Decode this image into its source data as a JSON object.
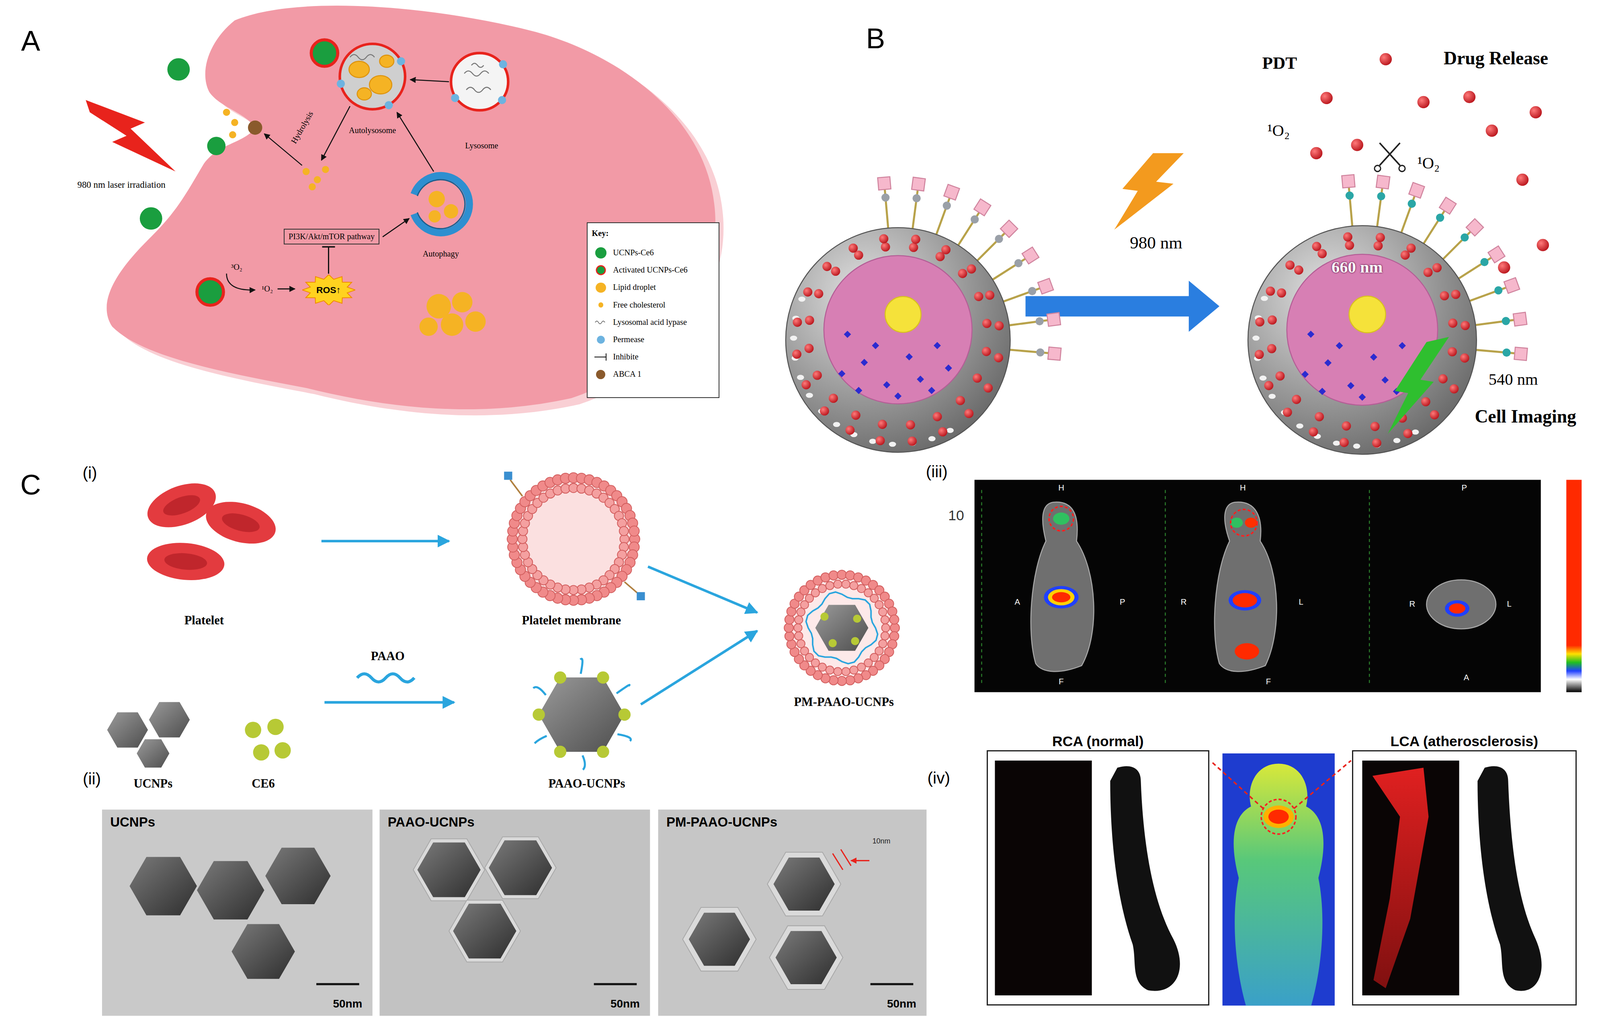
{
  "diagram": {
    "nodes": [
      {
        "text": [
          "PI3K/Akt/mTOR pathway"
        ]
      },
      {
        "text": [
          "ROS↑"
        ]
      },
      {
        "text": [
          "UCNPs",
          "50nm"
        ]
      },
      {
        "text": [
          "PAAO-UCNPs",
          "50nm"
        ]
      },
      {
        "text": [
          "PM-PAAO-UCNPs",
          "10nm",
          "50nm"
        ]
      },
      {
        "text": [
          "RCA (normal)"
        ]
      },
      {
        "text": [
          "LCA (atherosclerosis)"
        ]
      }
    ],
    "edges": [
      {
        "from": 1,
        "to": 0,
        "arrow": "to"
      }
    ],
    "labels": [
      "A",
      "980 nm laser irradiation",
      "Hydrolysis",
      "Autolysosome",
      "Lysosome",
      "Autophagy",
      "³O₂",
      "¹O₂",
      "Key:",
      "B",
      "PDT",
      "Drug Release",
      "¹O₂",
      "¹O₂",
      "980 nm",
      "660 nm",
      "540 nm",
      "Cell Imaging",
      "C",
      "(i)",
      "Platelet",
      "Platelet membrane",
      "PAAO",
      "UCNPs",
      "CE6",
      "PAAO-UCNPs",
      "PM-PAAO-UCNPs",
      "(ii)",
      "(iii)",
      "10",
      "H",
      "A",
      "P",
      "F",
      "H",
      "R",
      "L",
      "F",
      "P",
      "R",
      "L",
      "A",
      "(iv)"
    ],
    "legend": [
      {
        "text": "UCNPs-Ce6",
        "color": "#1a9e3f"
      },
      {
        "text": "Activated UCNPs-Ce6"
      },
      {
        "text": "Lipid droplet",
        "color": "#f5b324"
      },
      {
        "text": "Free cholesterol",
        "color": "#f5b324"
      },
      {
        "text": "Lysosomal acid lypase"
      },
      {
        "text": "Permease",
        "color": "#6db3e0"
      },
      {
        "text": "Inhibite"
      },
      {
        "text": "ABCA 1",
        "color": "#8a5a2c"
      }
    ]
  }
}
